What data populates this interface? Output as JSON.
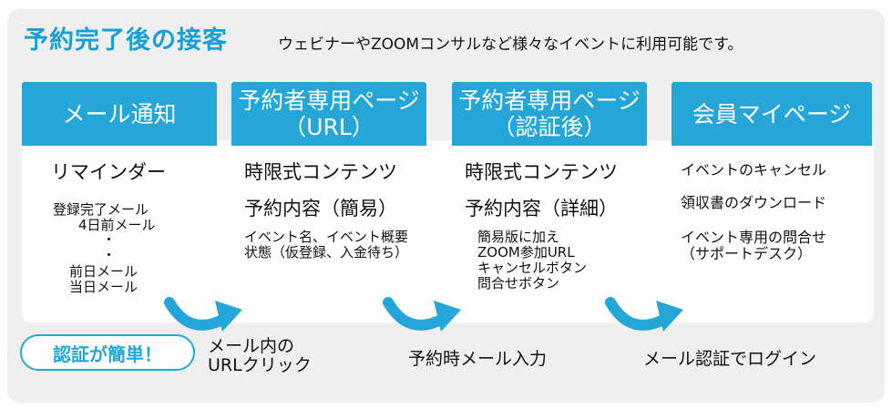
{
  "title": "予約完了後の接客",
  "subtitle": "ウェビナーやZOOMコンサルなど様々なイベントに利用可能です。",
  "cards": [
    {
      "head_line1": "メール通知",
      "head_line2": "",
      "big1": "リマインダー",
      "lines": [
        "登録完了メール",
        "4日前メール",
        "・",
        "・",
        "前日メール",
        "当日メール"
      ]
    },
    {
      "head_line1": "予約者専用ページ",
      "head_line2": "（URL）",
      "big1": "時限式コンテンツ",
      "big2": "予約内容（簡易）",
      "lines": [
        "イベント名、イベント概要",
        "状態（仮登録、入金待ち）"
      ]
    },
    {
      "head_line1": "予約者専用ページ",
      "head_line2": "（認証後）",
      "big1": "時限式コンテンツ",
      "big2": "予約内容（詳細）",
      "lines": [
        "簡易版に加え",
        "ZOOM参加URL",
        "キャンセルボタン",
        "問合せボタン"
      ]
    },
    {
      "head_line1": "会員マイページ",
      "head_line2": "",
      "items": [
        "イベントのキャンセル",
        "領収書のダウンロード",
        "イベント専用の問合せ",
        "（サポートデスク）"
      ]
    }
  ],
  "badge": "認証が簡単！",
  "captions": {
    "c1_line1": "メール内の",
    "c1_line2": "URLクリック",
    "c2": "予約時メール入力",
    "c3": "メール認証でログイン"
  },
  "colors": {
    "accent": "#24a6d8",
    "panel": "#efefef"
  }
}
